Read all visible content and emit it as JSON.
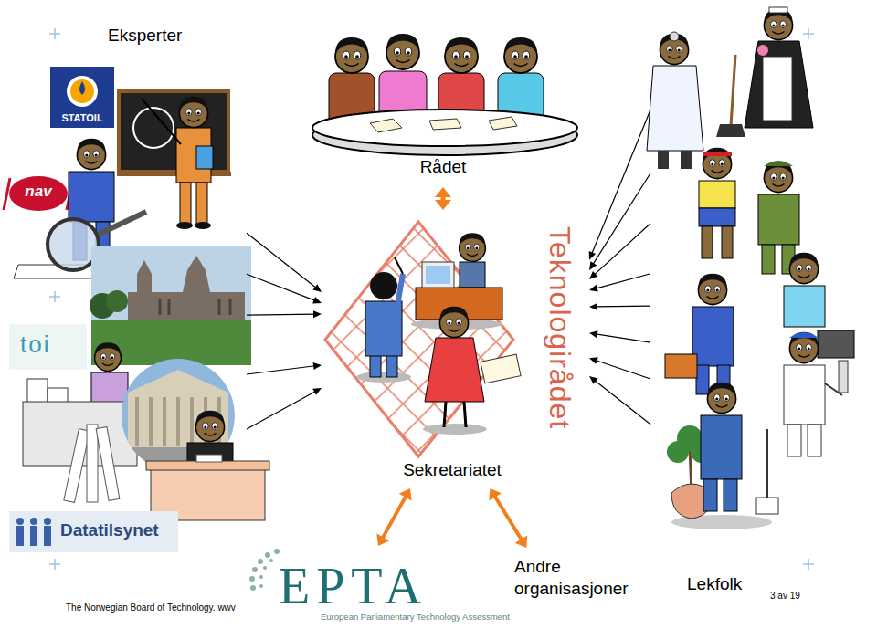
{
  "diagram": {
    "nodes": [
      {
        "text": [
          "Eksperter"
        ]
      },
      {
        "text": [
          "Rådet"
        ]
      },
      {
        "text": [
          "Teknologirådet"
        ]
      },
      {
        "text": [
          "Sekretariatet"
        ],
        "in": 2
      },
      {
        "text": [
          "Lekfolk"
        ]
      },
      {
        "text": [
          "EPTA",
          "European Parliamentary Technology Assessment"
        ]
      },
      {
        "text": [
          "Andre organisasjoner"
        ]
      }
    ],
    "edges": [
      {
        "from": 0,
        "to": 2,
        "arrow": "to"
      },
      {
        "from": 0,
        "to": 2,
        "arrow": "to"
      },
      {
        "from": 0,
        "to": 2,
        "arrow": "to"
      },
      {
        "from": 0,
        "to": 2,
        "arrow": "to"
      },
      {
        "from": 0,
        "to": 2,
        "arrow": "to"
      },
      {
        "from": 1,
        "to": 2,
        "arrow": "both"
      },
      {
        "from": 4,
        "to": 2,
        "arrow": "to"
      },
      {
        "from": 4,
        "to": 2,
        "arrow": "to"
      },
      {
        "from": 4,
        "to": 2,
        "arrow": "to"
      },
      {
        "from": 4,
        "to": 2,
        "arrow": "to"
      },
      {
        "from": 4,
        "to": 2,
        "arrow": "to"
      },
      {
        "from": 4,
        "to": 2,
        "arrow": "to"
      },
      {
        "from": 4,
        "to": 2,
        "arrow": "to"
      },
      {
        "from": 4,
        "to": 2,
        "arrow": "to"
      },
      {
        "from": 3,
        "to": 5,
        "arrow": "both"
      },
      {
        "from": 3,
        "to": 6,
        "arrow": "both"
      }
    ],
    "labels": [
      "STATOIL",
      "nav",
      "toi",
      "Datatilsynet",
      "The Norwegian Board of Technology. wwv",
      "3 av 19"
    ]
  }
}
